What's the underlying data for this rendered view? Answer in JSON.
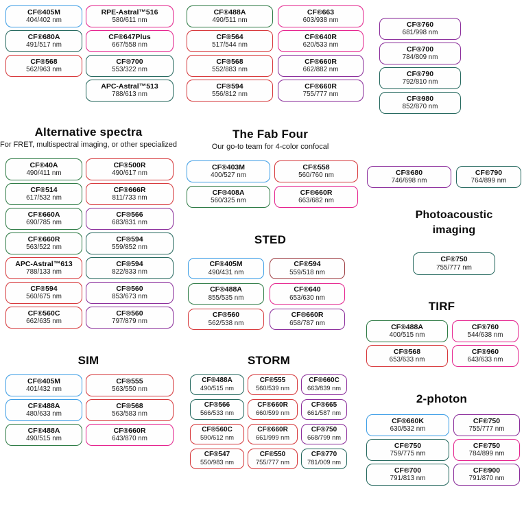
{
  "palette": {
    "blue": "#3fa0e8",
    "pink": "#e6248f",
    "red": "#d8393c",
    "darkred": "#a04045",
    "green": "#2f7c46",
    "teal": "#276a60",
    "purple": "#8c2e9c"
  },
  "chart_data": {
    "type": "table",
    "title": "",
    "groups": [
      {
        "key": "top_left",
        "title": "",
        "subtitle": "",
        "pills": [
          {
            "name": "CF®405M",
            "ex_em": "404/402 nm",
            "color": "blue"
          },
          {
            "name": "RPE-Astral™516",
            "ex_em": "580/611 nm",
            "color": "pink"
          },
          {
            "name": "CF®680A",
            "ex_em": "491/517 nm",
            "color": "teal"
          },
          {
            "name": "CF®647Plus",
            "ex_em": "667/558 nm",
            "color": "pink"
          },
          {
            "name": "CF®568",
            "ex_em": "562/963 nm",
            "color": "red"
          },
          {
            "name": "CF®700",
            "ex_em": "553/322 nm",
            "color": "teal"
          },
          {
            "name": "APC-Astral™513",
            "ex_em": "788/613 nm",
            "color": "teal"
          }
        ]
      },
      {
        "key": "top_middle",
        "title": "",
        "subtitle": "",
        "pills": [
          {
            "name": "CF®488A",
            "ex_em": "490/511 nm",
            "color": "green"
          },
          {
            "name": "CF®663",
            "ex_em": "603/938 nm",
            "color": "pink"
          },
          {
            "name": "CF®564",
            "ex_em": "517/544 nm",
            "color": "red"
          },
          {
            "name": "CF®640R",
            "ex_em": "620/533 nm",
            "color": "pink"
          },
          {
            "name": "CF®568",
            "ex_em": "552/883 nm",
            "color": "red"
          },
          {
            "name": "CF®660R",
            "ex_em": "662/882 nm",
            "color": "purple"
          },
          {
            "name": "CF®594",
            "ex_em": "556/812 nm",
            "color": "red"
          },
          {
            "name": "CF®660R",
            "ex_em": "755/777 nm",
            "color": "purple"
          }
        ]
      },
      {
        "key": "top_right",
        "title": "",
        "subtitle": "",
        "pills": [
          {
            "name": "CF®760",
            "ex_em": "681/998 nm",
            "color": "purple"
          },
          {
            "name": "CF®700",
            "ex_em": "784/809 nm",
            "color": "purple"
          },
          {
            "name": "CF®790",
            "ex_em": "792/810 nm",
            "color": "teal"
          },
          {
            "name": "CF®980",
            "ex_em": "852/870 nm",
            "color": "teal"
          }
        ]
      },
      {
        "key": "right_pair",
        "title": "",
        "subtitle": "",
        "pills": [
          {
            "name": "CF®680",
            "ex_em": "746/698 nm",
            "color": "purple"
          },
          {
            "name": "CF®790",
            "ex_em": "764/899 nm",
            "color": "teal"
          }
        ]
      },
      {
        "key": "alternative_spectra",
        "title": "Alternative spectra",
        "subtitle": "For FRET, multispectral imaging, or other specialized",
        "pills": [
          {
            "name": "CF®40A",
            "ex_em": "490/411 nm",
            "color": "green"
          },
          {
            "name": "CF®500R",
            "ex_em": "490/617 nm",
            "color": "red"
          },
          {
            "name": "CF®514",
            "ex_em": "617/532 nm",
            "color": "green"
          },
          {
            "name": "CF®666R",
            "ex_em": "811/733 nm",
            "color": "red"
          },
          {
            "name": "CF®660A",
            "ex_em": "690/785 nm",
            "color": "green"
          },
          {
            "name": "CF®566",
            "ex_em": "683/831 nm",
            "color": "purple"
          },
          {
            "name": "CF®660R",
            "ex_em": "563/522 nm",
            "color": "green"
          },
          {
            "name": "CF®594",
            "ex_em": "559/852 nm",
            "color": "teal"
          },
          {
            "name": "APC-Astral™613",
            "ex_em": "788/133 nm",
            "color": "red"
          },
          {
            "name": "CF®594",
            "ex_em": "822/833 nm",
            "color": "teal"
          },
          {
            "name": "CF®594",
            "ex_em": "560/675 nm",
            "color": "red"
          },
          {
            "name": "CF®560",
            "ex_em": "853/673 nm",
            "color": "purple"
          },
          {
            "name": "CF®560C",
            "ex_em": "662/635 nm",
            "color": "red"
          },
          {
            "name": "CF®560",
            "ex_em": "797/879 nm",
            "color": "purple"
          }
        ]
      },
      {
        "key": "fab_four",
        "title": "The Fab Four",
        "subtitle": "Our go-to team for 4-color confocal",
        "pills": [
          {
            "name": "CF®403M",
            "ex_em": "400/527 nm",
            "color": "blue"
          },
          {
            "name": "CF®558",
            "ex_em": "560/760 nm",
            "color": "red"
          },
          {
            "name": "CF®408A",
            "ex_em": "560/325 nm",
            "color": "green"
          },
          {
            "name": "CF®660R",
            "ex_em": "663/682 nm",
            "color": "pink"
          }
        ]
      },
      {
        "key": "sted",
        "title": "STED",
        "subtitle": "",
        "pills": [
          {
            "name": "CF®405M",
            "ex_em": "490/431 nm",
            "color": "blue"
          },
          {
            "name": "CF®594",
            "ex_em": "559/518 nm",
            "color": "darkred"
          },
          {
            "name": "CF®488A",
            "ex_em": "855/535 nm",
            "color": "green"
          },
          {
            "name": "CF®640",
            "ex_em": "653/630 nm",
            "color": "pink"
          },
          {
            "name": "CF®560",
            "ex_em": "562/538 nm",
            "color": "red"
          },
          {
            "name": "CF®660R",
            "ex_em": "658/787 nm",
            "color": "purple"
          }
        ]
      },
      {
        "key": "photoacoustic",
        "title": "Photoacoustic imaging",
        "subtitle": "",
        "pills": [
          {
            "name": "CF®750",
            "ex_em": "755/777 nm",
            "color": "teal"
          }
        ]
      },
      {
        "key": "tirf",
        "title": "TIRF",
        "subtitle": "",
        "pills": [
          {
            "name": "CF®488A",
            "ex_em": "400/515 nm",
            "color": "green"
          },
          {
            "name": "CF®760",
            "ex_em": "544/638 nm",
            "color": "pink"
          },
          {
            "name": "CF®568",
            "ex_em": "653/633 nm",
            "color": "red"
          },
          {
            "name": "CF®960",
            "ex_em": "643/633 nm",
            "color": "pink"
          }
        ]
      },
      {
        "key": "sim",
        "title": "SIM",
        "subtitle": "",
        "pills": [
          {
            "name": "CF®405M",
            "ex_em": "401/432 nm",
            "color": "blue"
          },
          {
            "name": "CF®555",
            "ex_em": "563/550 nm",
            "color": "red"
          },
          {
            "name": "CF®488A",
            "ex_em": "480/633 nm",
            "color": "blue"
          },
          {
            "name": "CF®568",
            "ex_em": "563/583 nm",
            "color": "red"
          },
          {
            "name": "CF®488A",
            "ex_em": "490/515 nm",
            "color": "green"
          },
          {
            "name": "CF®660R",
            "ex_em": "643/870 nm",
            "color": "pink"
          }
        ]
      },
      {
        "key": "storm",
        "title": "STORM",
        "subtitle": "",
        "pills": [
          {
            "name": "CF®488A",
            "ex_em": "490/515 nm",
            "color": "teal"
          },
          {
            "name": "CF®555",
            "ex_em": "560/539 nm",
            "color": "red"
          },
          {
            "name": "CF®660C",
            "ex_em": "663/839 nm",
            "color": "purple"
          },
          {
            "name": "CF®566",
            "ex_em": "566/533 nm",
            "color": "teal"
          },
          {
            "name": "CF®660R",
            "ex_em": "660/599 nm",
            "color": "red"
          },
          {
            "name": "CF®665",
            "ex_em": "661/587 nm",
            "color": "purple"
          },
          {
            "name": "CF®560C",
            "ex_em": "590/612 nm",
            "color": "red"
          },
          {
            "name": "CF®660R",
            "ex_em": "661/999 nm",
            "color": "red"
          },
          {
            "name": "CF®750",
            "ex_em": "668/799 nm",
            "color": "purple"
          },
          {
            "name": "CF®547",
            "ex_em": "550/983 nm",
            "color": "red"
          },
          {
            "name": "CF®550",
            "ex_em": "755/777 nm",
            "color": "red"
          },
          {
            "name": "CF®770",
            "ex_em": "781/009 nm",
            "color": "teal"
          }
        ]
      },
      {
        "key": "two_photon",
        "title": "2-photon",
        "subtitle": "",
        "pills": [
          {
            "name": "CF®660K",
            "ex_em": "630/532 nm",
            "color": "blue"
          },
          {
            "name": "CF®750",
            "ex_em": "755/777 nm",
            "color": "purple"
          },
          {
            "name": "CF®750",
            "ex_em": "759/775 nm",
            "color": "teal"
          },
          {
            "name": "CF®750",
            "ex_em": "784/899 nm",
            "color": "pink"
          },
          {
            "name": "CF®700",
            "ex_em": "791/813 nm",
            "color": "teal"
          },
          {
            "name": "CF®900",
            "ex_em": "791/870 nm",
            "color": "purple"
          }
        ]
      }
    ]
  }
}
